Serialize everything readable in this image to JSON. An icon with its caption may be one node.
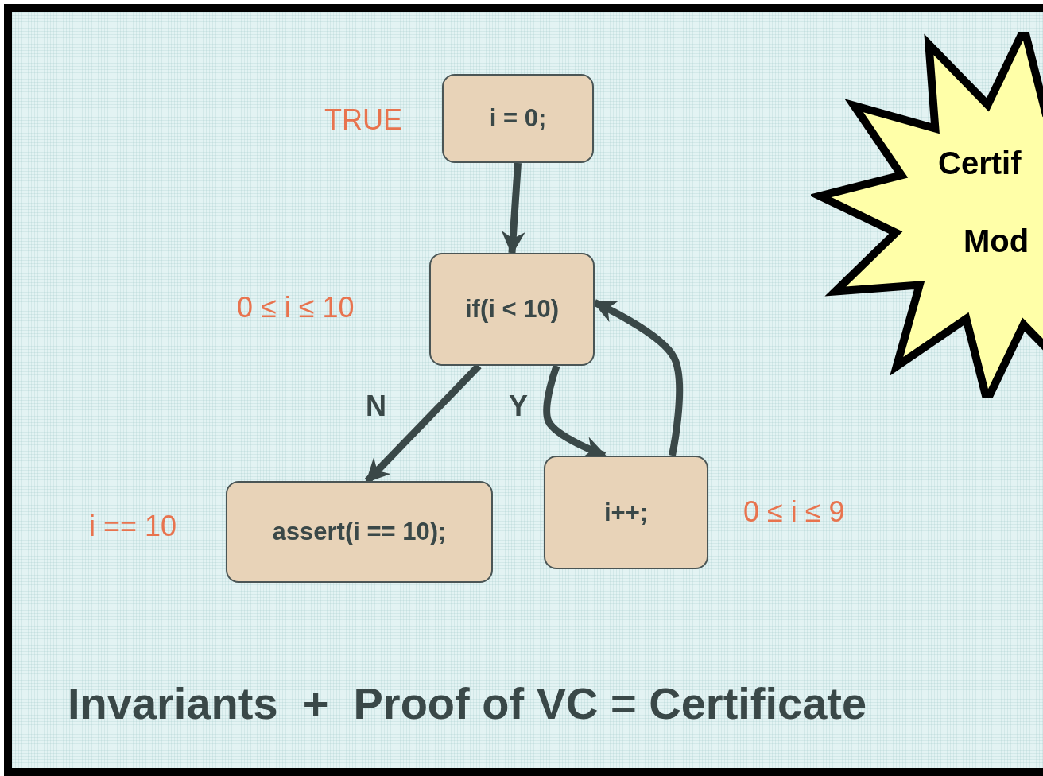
{
  "diagram": {
    "nodes": [
      {
        "text": [
          "i = 0;"
        ],
        "beside": [
          "TRUE"
        ]
      },
      {
        "text": [
          "if(i < 10)"
        ],
        "beside": [
          "0 ≤ i ≤ 10"
        ]
      },
      {
        "text": [
          "assert(i == 10);"
        ],
        "beside": [
          "i == 10"
        ]
      },
      {
        "text": [
          "i++;"
        ],
        "beside": [
          "0 ≤ i ≤ 9"
        ]
      },
      {
        "text": [
          "Certif",
          "Mod"
        ]
      }
    ],
    "edges": [
      {
        "from": 0,
        "to": 1,
        "arrow": "to"
      },
      {
        "from": 1,
        "to": 2,
        "arrow": "to",
        "label": "N"
      },
      {
        "from": 1,
        "to": 3,
        "arrow": "to",
        "label": "Y"
      },
      {
        "from": 3,
        "to": 1,
        "arrow": "to"
      }
    ],
    "labels": [
      "Invariants  +  Proof of VC = Certificate"
    ]
  }
}
